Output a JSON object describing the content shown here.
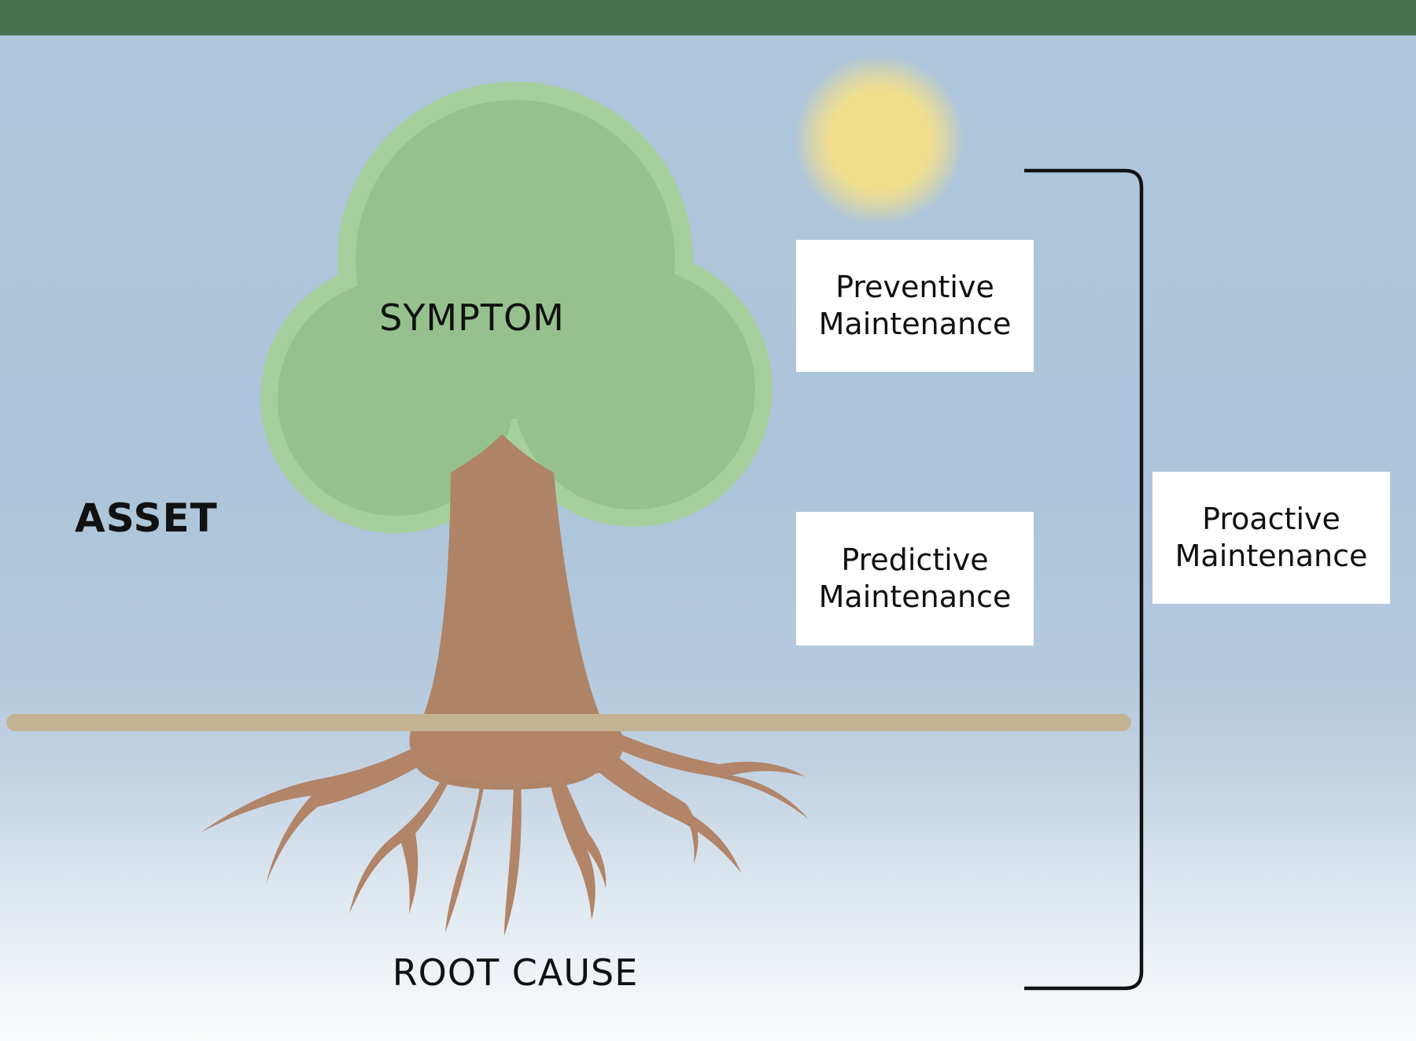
{
  "title": "Asset symptom and root cause tree diagram",
  "labels": {
    "symptom": "SYMPTOM",
    "asset": "ASSET",
    "root_cause": "ROOT CAUSE"
  },
  "boxes": {
    "preventive": "Preventive\nMaintenance",
    "predictive": "Predictive\nMaintenance",
    "proactive": "Proactive\nMaintenance"
  },
  "colors": {
    "top_bar": "#48724e",
    "sky_top": "#aec6db",
    "sky_bottom": "#fbfcfd",
    "sun": "#f1df8d",
    "canopy_outer": "#a5cf9d",
    "canopy_inner": "#96c18e",
    "trunk": "#ae8366",
    "roots": "#b28468",
    "ground": "#c4b393",
    "bracket": "#111111",
    "box_background": "#ffffff",
    "text": "#111111"
  }
}
